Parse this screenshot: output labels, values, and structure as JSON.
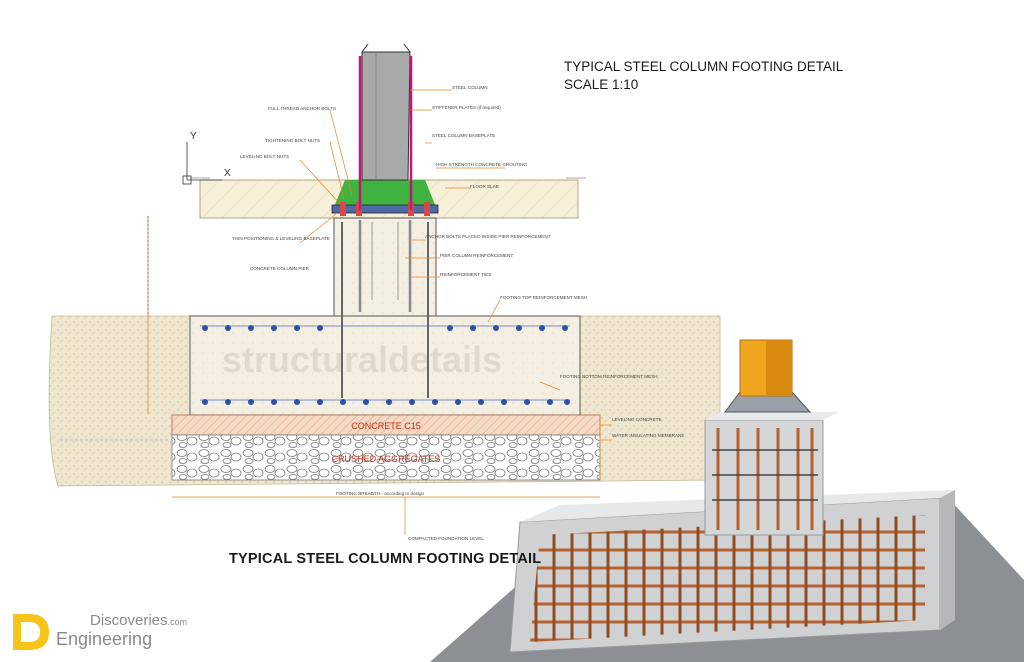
{
  "header": {
    "title_line1": "TYPICAL STEEL COLUMN FOOTING DETAIL",
    "title_line2": "SCALE 1:10"
  },
  "caption": "TYPICAL STEEL COLUMN FOOTING DETAIL",
  "drawing": {
    "axis_y": "Y",
    "axis_x": "X",
    "concrete_label": "CONCRETE C15",
    "aggregates_label": "CRUSHED AGGREGATES",
    "watermark": "structuraldetails",
    "annotations": {
      "steel_column": "STEEL COLUMN",
      "stiffener_plates": "STIFFENER PLATES (if required)",
      "full_thread_bolts": "FULL THREAD ANCHOR BOLTS",
      "tightening_nuts": "TIGHTENING BOLT NUTS",
      "leveling_nuts": "LEVELING BOLT NUTS",
      "baseplate": "STEEL COLUMN BASEPLATE",
      "grouting": "HIGH STRENGTH CONCRETE GROUTING",
      "floor_slab": "FLOOR SLAB",
      "thin_plate": "THIN POSITIONING & LEVELING BASEPLATE",
      "anchor_bolts_placed": "ANCHOR BOLTS PLACED INSIDE PIER REINFORCEMENT",
      "pier_reinforcement": "PIER COLUMN REINFORCEMENT",
      "reinforcement_ties": "REINFORCEMENT TIES",
      "concrete_pier": "CONCRETE COLUMN PIER",
      "top_mesh": "FOOTING TOP REINFORCEMENT MESH",
      "bottom_mesh": "FOOTING BOTTOM REINFORCEMENT MESH",
      "leveling_concrete": "LEVELING CONCRETE",
      "water_membrane": "WATER INSULATING MEMBRANE",
      "footing_breadth": "FOOTING BREADTH - according to design",
      "compacted_level": "COMPACTED FOUNDATION LEVEL"
    }
  },
  "brand": {
    "line1": "Discoveries",
    "line1_suffix": ".com",
    "line2": "Engineering"
  },
  "colors": {
    "soil": "#ede3c8",
    "grout": "#3fb33f",
    "rebar": "#b4632f",
    "concrete": "#c9c9c9",
    "column_gold": "#f0a51e",
    "stiffener": "#c1177a",
    "accent_line": "#e8832a",
    "brand_yellow": "#f6c51c"
  }
}
